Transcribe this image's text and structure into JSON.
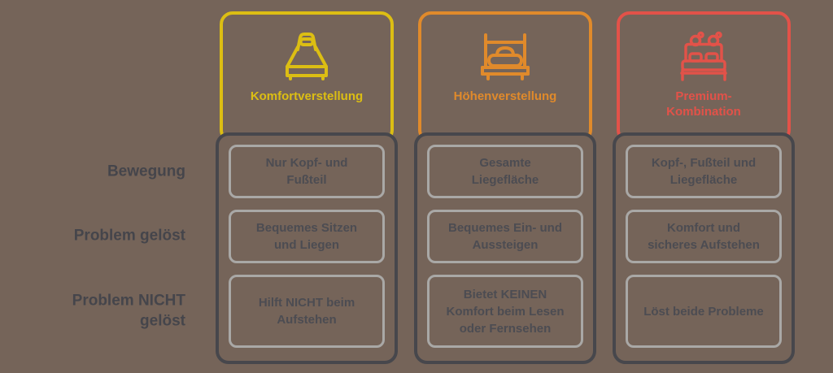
{
  "diagram": {
    "background_color": "#756459",
    "card_outline_color": "#47474C",
    "cell_border_color": "#A9A8A6",
    "text_color": "#4C4C52",
    "row_label_color": "#45454B"
  },
  "row_labels": [
    {
      "label": "Bewegung"
    },
    {
      "label": "Problem gelöst"
    },
    {
      "label": "Problem NICHT\ngelöst"
    }
  ],
  "columns": [
    {
      "label": "Komfortverstellung",
      "color": "#DCBE13",
      "icon": "inclined-single-bed-icon",
      "cells": [
        "Nur Kopf- und\nFußteil",
        "Bequemes Sitzen\nund Liegen",
        "Hilft NICHT beim\nAufstehen"
      ]
    },
    {
      "label": "Höhenverstellung",
      "color": "#E08A2B",
      "icon": "flat-single-bed-icon",
      "cells": [
        "Gesamte\nLiegefläche",
        "Bequemes Ein- und\nAussteigen",
        "Bietet KEINEN\nKomfort beim Lesen\noder Fernsehen"
      ]
    },
    {
      "label": "Premium-\nKombination",
      "color": "#E25249",
      "icon": "double-bed-lamps-icon",
      "cells": [
        "Kopf-, Fußteil und\nLiegefläche",
        "Komfort und\nsicheres Aufstehen",
        "Löst beide Probleme"
      ]
    }
  ]
}
